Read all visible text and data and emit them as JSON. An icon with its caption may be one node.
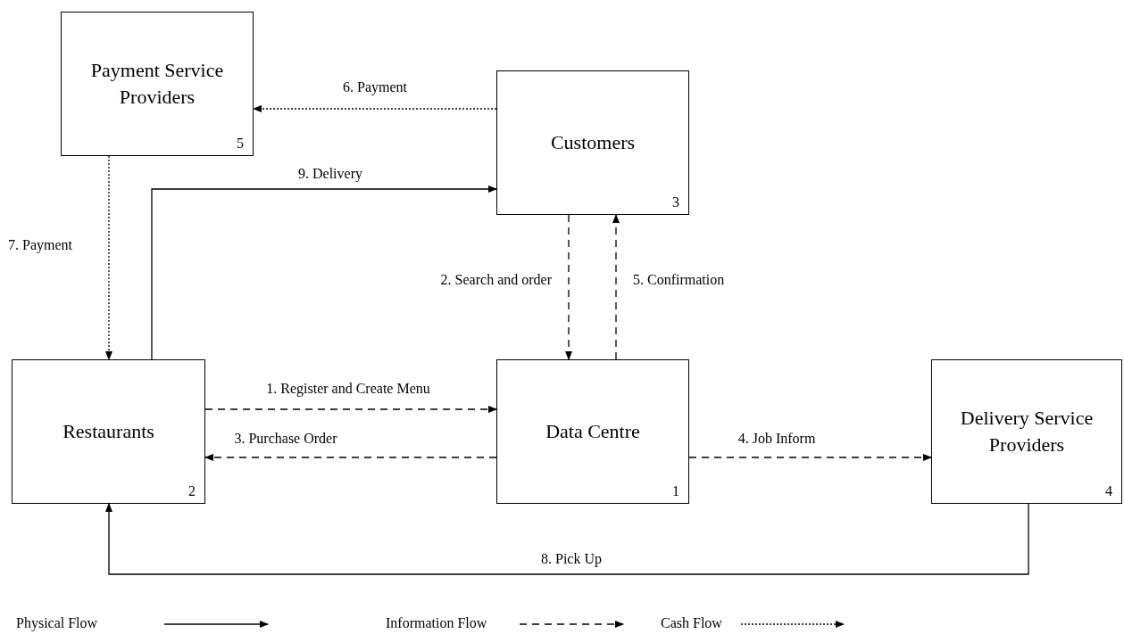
{
  "diagram": {
    "nodes": [
      {
        "text": [
          "Payment Service Providers",
          "5"
        ]
      },
      {
        "text": [
          "Customers",
          "3"
        ]
      },
      {
        "text": [
          "Restaurants",
          "2"
        ]
      },
      {
        "text": [
          "Data Centre",
          "1"
        ]
      },
      {
        "text": [
          "Delivery Service Providers",
          "4"
        ]
      }
    ],
    "edges": [
      {
        "from": 1,
        "to": 0,
        "arrow": "to",
        "label": "6. Payment",
        "style": "dashed"
      },
      {
        "from": 0,
        "to": 2,
        "arrow": "to",
        "label": "7. Payment",
        "style": "dashed"
      },
      {
        "from": 2,
        "to": 1,
        "arrow": "to",
        "label": "9. Delivery"
      },
      {
        "from": 1,
        "to": 3,
        "arrow": "to",
        "label": "2. Search and order",
        "style": "dashed"
      },
      {
        "from": 3,
        "to": 1,
        "arrow": "to",
        "label": "5. Confirmation",
        "style": "dashed"
      },
      {
        "from": 2,
        "to": 3,
        "arrow": "to",
        "label": "1. Register and Create Menu",
        "style": "dashed"
      },
      {
        "from": 3,
        "to": 2,
        "arrow": "to",
        "label": "3. Purchase Order",
        "style": "dashed"
      },
      {
        "from": 3,
        "to": 4,
        "arrow": "to",
        "label": "4. Job Inform",
        "style": "dashed"
      },
      {
        "from": 4,
        "to": 2,
        "arrow": "to",
        "label": "8. Pick Up"
      }
    ],
    "legend": [
      {
        "text": "Physical Flow"
      },
      {
        "text": "Information Flow"
      },
      {
        "text": "Cash Flow"
      }
    ]
  }
}
